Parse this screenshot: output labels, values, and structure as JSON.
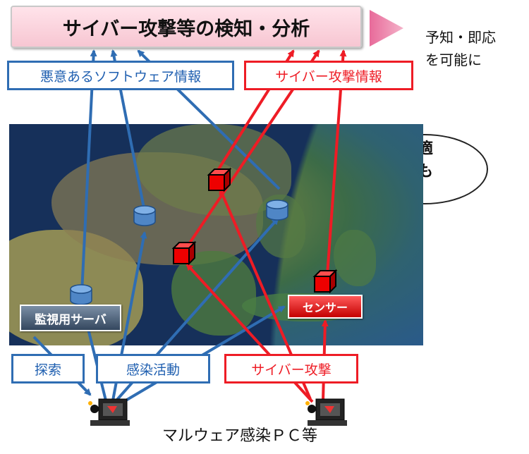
{
  "title": "サイバー攻撃等の検知・分析",
  "side_text": {
    "line1": "予知・即応",
    "line2": "を可能に"
  },
  "bubble": {
    "line1": "適",
    "line2": "も"
  },
  "boxes": {
    "malware_info": "悪意あるソフトウェア情報",
    "cyber_attack_info": "サイバー攻撃情報",
    "probe": "探索",
    "infection_activity": "感染活動",
    "cyber_attack": "サイバー攻撃"
  },
  "map_labels": {
    "monitor_server": "監視用サーバ",
    "sensor": "センサー"
  },
  "caption": "マルウェア感染ＰＣ等",
  "colors": {
    "blue": "#2f6db3",
    "red": "#ee1c25",
    "title_bg": "#f7c6d2"
  }
}
